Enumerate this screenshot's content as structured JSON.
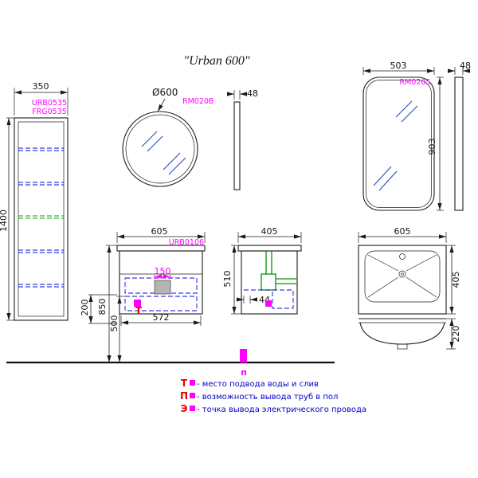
{
  "title": "\"Urban 600\"",
  "tall_cabinet": {
    "code_top": "URB0535",
    "code_bottom": "FRG0535",
    "width": "350",
    "height": "1400"
  },
  "round_mirror": {
    "diameter": "Ø600",
    "code": "RM020B",
    "thickness": "48"
  },
  "rect_mirror": {
    "code": "RM0205",
    "width": "503",
    "height": "903",
    "thickness": "48"
  },
  "vanity": {
    "code": "URB0106",
    "front": {
      "width": "605",
      "cutout_width": "150",
      "inner_width": "572",
      "height_from_floor": "850",
      "height_mid": "500",
      "height_small": "200",
      "water_marker": "Т"
    },
    "side": {
      "depth": "405",
      "height": "510",
      "gap": "44"
    }
  },
  "sink": {
    "width": "605",
    "depth": "405",
    "height": "220"
  },
  "floor_marker": "п",
  "legend": [
    {
      "symbol": "Т",
      "text": "- место подвода воды и слив"
    },
    {
      "symbol": "П",
      "text": "- возможность вывода труб в пол"
    },
    {
      "symbol": "Э",
      "text": "- точка вывода электрического провода"
    }
  ],
  "colors": {
    "accent_magenta": "#ff00ff",
    "annotation_blue": "#0000c8",
    "marker_red": "#e80000",
    "plumbing_green": "#009400"
  }
}
